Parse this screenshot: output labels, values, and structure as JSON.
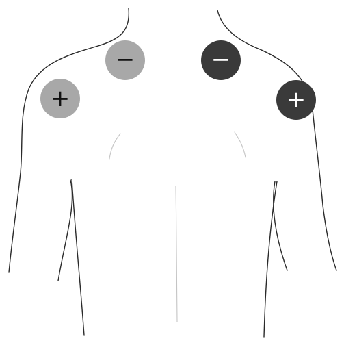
{
  "electrodes": [
    {
      "id": "left-positive",
      "sign": "+",
      "fill": "#a8a8a8",
      "sign_color": "#111111"
    },
    {
      "id": "left-negative",
      "sign": "−",
      "fill": "#a8a8a8",
      "sign_color": "#111111"
    },
    {
      "id": "right-negative",
      "sign": "−",
      "fill": "#3a3a3a",
      "sign_color": "#ffffff"
    },
    {
      "id": "right-positive",
      "sign": "+",
      "fill": "#3a3a3a",
      "sign_color": "#ffffff"
    }
  ]
}
